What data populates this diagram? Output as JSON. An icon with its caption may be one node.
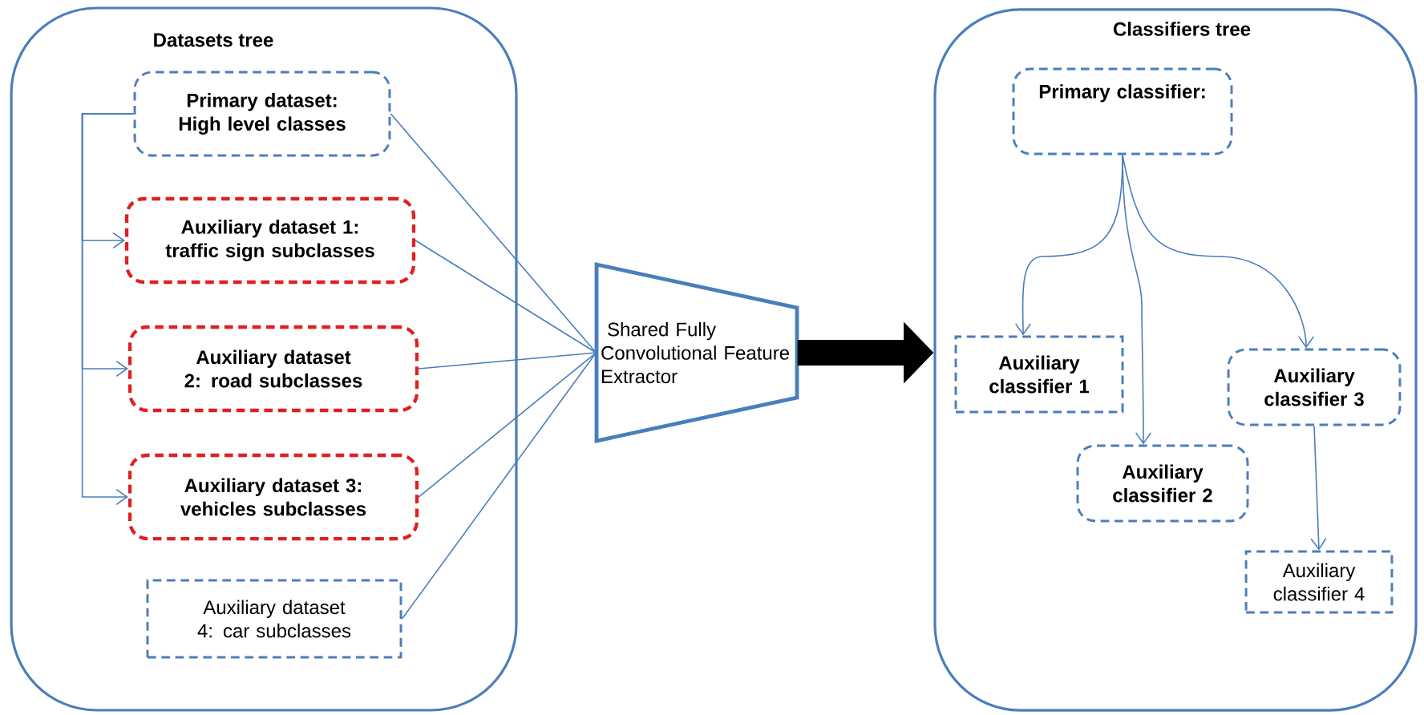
{
  "diagram": {
    "nodes": [
      {
        "text": [
          "Datasets tree"
        ]
      },
      {
        "text": [
          "Primary dataset: High level classes"
        ],
        "in": 0
      },
      {
        "text": [
          "Auxiliary dataset 1: traffic sign subclasses"
        ],
        "in": 0
      },
      {
        "text": [
          "Auxiliary dataset 2: road subclasses"
        ],
        "in": 0
      },
      {
        "text": [
          "Auxiliary dataset 3: vehicles subclasses"
        ],
        "in": 0
      },
      {
        "text": [
          "Auxiliary dataset 4: car subclasses"
        ],
        "in": 0
      },
      {
        "text": [
          "Shared Fully Convolutional Feature Extractor"
        ]
      },
      {
        "text": [
          "Classifiers tree"
        ]
      },
      {
        "text": [
          "Primary classifier:"
        ],
        "in": 7
      },
      {
        "text": [
          "Auxiliary classifier 1"
        ],
        "in": 7
      },
      {
        "text": [
          "Auxiliary classifier 2"
        ],
        "in": 7
      },
      {
        "text": [
          "Auxiliary classifier 3"
        ],
        "in": 7
      },
      {
        "text": [
          "Auxiliary classifier 4"
        ],
        "in": 7
      }
    ],
    "edges": [
      {
        "from": 1,
        "to": 2,
        "arrow": "to"
      },
      {
        "from": 1,
        "to": 3,
        "arrow": "to"
      },
      {
        "from": 1,
        "to": 4,
        "arrow": "to"
      },
      {
        "from": 1,
        "to": 6,
        "arrow": "none"
      },
      {
        "from": 2,
        "to": 6,
        "arrow": "none"
      },
      {
        "from": 3,
        "to": 6,
        "arrow": "none"
      },
      {
        "from": 4,
        "to": 6,
        "arrow": "none"
      },
      {
        "from": 5,
        "to": 6,
        "arrow": "none"
      },
      {
        "from": 6,
        "to": 7,
        "arrow": "to",
        "style": "thick",
        "color": "#000000"
      },
      {
        "from": 8,
        "to": 9,
        "arrow": "to"
      },
      {
        "from": 8,
        "to": 10,
        "arrow": "to"
      },
      {
        "from": 8,
        "to": 11,
        "arrow": "to"
      },
      {
        "from": 11,
        "to": 12,
        "arrow": "to"
      }
    ]
  }
}
